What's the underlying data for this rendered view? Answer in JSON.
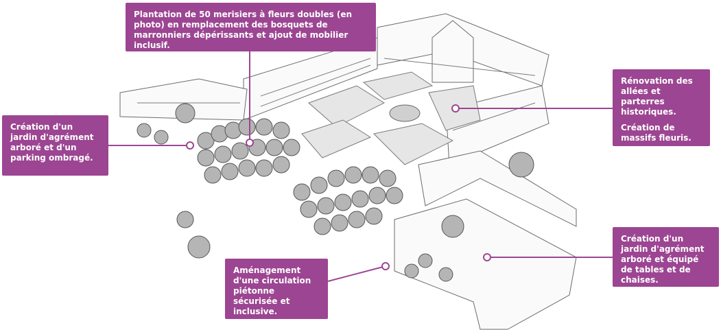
{
  "colors": {
    "callout_bg": "#9c4592",
    "callout_text": "#ffffff",
    "sketch_stroke": "#555555",
    "tree_fill": "#b5b5b5"
  },
  "callouts": {
    "plantation": "Plantation de 50 merisiers à fleurs doubles (en photo) en remplacement des bosquets de marronniers dépérissants et ajout de mobilier inclusif.",
    "renovation_line1": "Rénovation des allées et parterres historiques.",
    "renovation_line2": "Création de massifs fleuris.",
    "jardin_parking": "Création d'un jardin d'agrément arboré et d'un parking ombragé.",
    "jardin_tables": "Création d'un jardin d'agrément arboré et équipé de tables et de chaises.",
    "circulation": "Aménagement d'une circulation piétonne sécurisée et inclusive."
  }
}
